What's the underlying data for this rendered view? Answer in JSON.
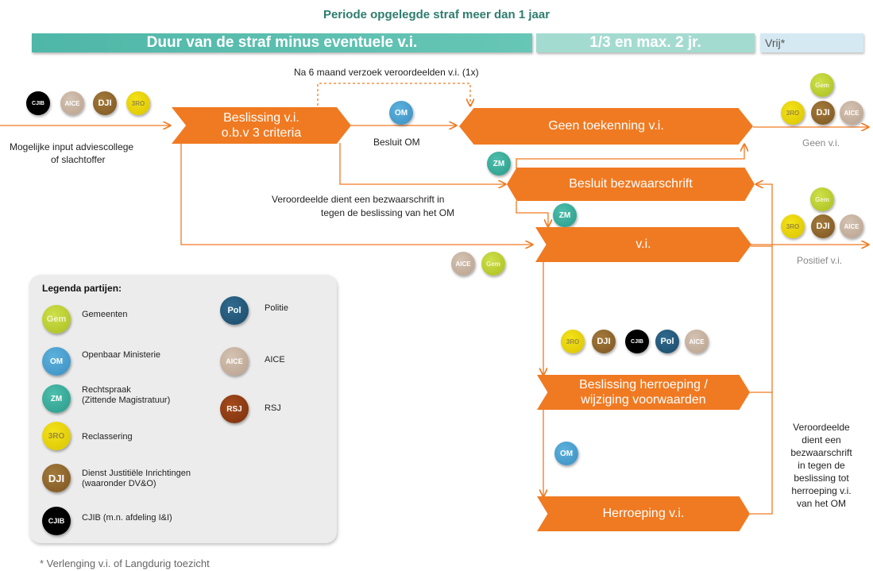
{
  "title": "Periode opgelegde straf meer dan 1 jaar",
  "bars": {
    "duur": "Duur van de straf minus eventuele v.i.",
    "max": "1/3 en max. 2 jr.",
    "vrij": "Vrij*"
  },
  "texts": {
    "na6": "Na 6 maand verzoek veroordeelden v.i. (1x)",
    "input1": "Mogelijke input adviescollege",
    "input2": "of slachtoffer",
    "besluit_om": "Besluit OM",
    "bezwaar1": "Veroordeelde dient een bezwaarschrift in",
    "bezwaar2": "tegen de beslissing van het OM",
    "geen_vi": "Geen v.i.",
    "positief_vi": "Positief v.i.",
    "right_note": [
      "Veroordeelde",
      "dient een",
      "bezwaarschrift",
      "in tegen de",
      "beslissing tot",
      "herroeping v.i.",
      "van het OM"
    ],
    "footnote": "* Verlenging v.i. of Langdurig toezicht"
  },
  "nodes": {
    "beslissing1": "Beslissing v.i.",
    "beslissing2": "o.b.v 3 criteria",
    "geen_toekenning": "Geen toekenning v.i.",
    "besluit_bezwaar": "Besluit bezwaarschrift",
    "vi": "v.i.",
    "herroeping_wijz1": "Beslissing herroeping /",
    "herroeping_wijz2": "wijziging voorwaarden",
    "herroeping": "Herroeping v.i."
  },
  "badges": {
    "cjib": "CJIB",
    "aice": "AICE",
    "dji": "DJI",
    "3ro": "3RO",
    "gem": "Gem",
    "om": "OM",
    "zm": "ZM",
    "pol": "Pol",
    "rsj": "RSJ"
  },
  "legend": {
    "title": "Legenda partijen:",
    "gem": "Gemeenten",
    "om": "Openbaar Ministerie",
    "zm1": "Rechtspraak",
    "zm2": "(Zittende Magistratuur)",
    "ro": "Reclassering",
    "dji1": "Dienst Justitiële Inrichtingen",
    "dji2": "(waaronder DV&O)",
    "cjib": "CJIB (m.n. afdeling I&I)",
    "pol": "Politie",
    "aice": "AICE",
    "rsj": "RSJ"
  },
  "colors": {
    "orange": "#f07a22",
    "teal_bar": "#5fc0b0",
    "teal_light_bar": "#a8dcd2",
    "vrij_bar": "#d5eaf3",
    "title_green": "#2e7d6e"
  }
}
